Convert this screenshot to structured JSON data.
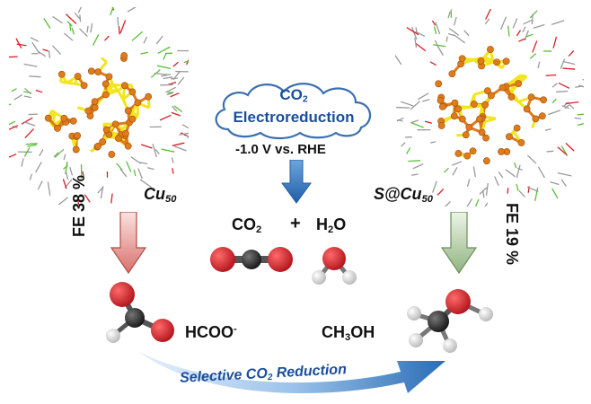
{
  "cloud": {
    "line1": "CO",
    "line1_sub": "2",
    "line2": "Electroreduction"
  },
  "potential": "-1.0 V vs. RHE",
  "reactants": {
    "co2": "CO",
    "co2_sub": "2",
    "plus": "+",
    "h2o_a": "H",
    "h2o_sub": "2",
    "h2o_b": "O"
  },
  "clusters": {
    "left": {
      "name": "Cu",
      "sub": "50"
    },
    "right": {
      "prefix": "S@Cu",
      "sub": "50"
    }
  },
  "fe": {
    "left": "FE 38 %",
    "right": "FE 19 %"
  },
  "products": {
    "formate": {
      "text": "HCOO",
      "sup": "-"
    },
    "methanol": {
      "a": "CH",
      "sub": "3",
      "b": "OH"
    }
  },
  "bottom_arrow": {
    "a": "Selective CO",
    "sub": "2",
    "b": " Reduction"
  },
  "colors": {
    "copper": "#e07b1a",
    "sulfur": "#f2e51d",
    "oxygen": "#d81f26",
    "carbon": "#2b2b2b",
    "hydrogen": "#f2f2f2",
    "cloud_text": "#1b4f9c",
    "arrow_blue": "#2a6db5",
    "arrow_pink": "#e9a3a0",
    "arrow_green": "#a9c79b"
  }
}
